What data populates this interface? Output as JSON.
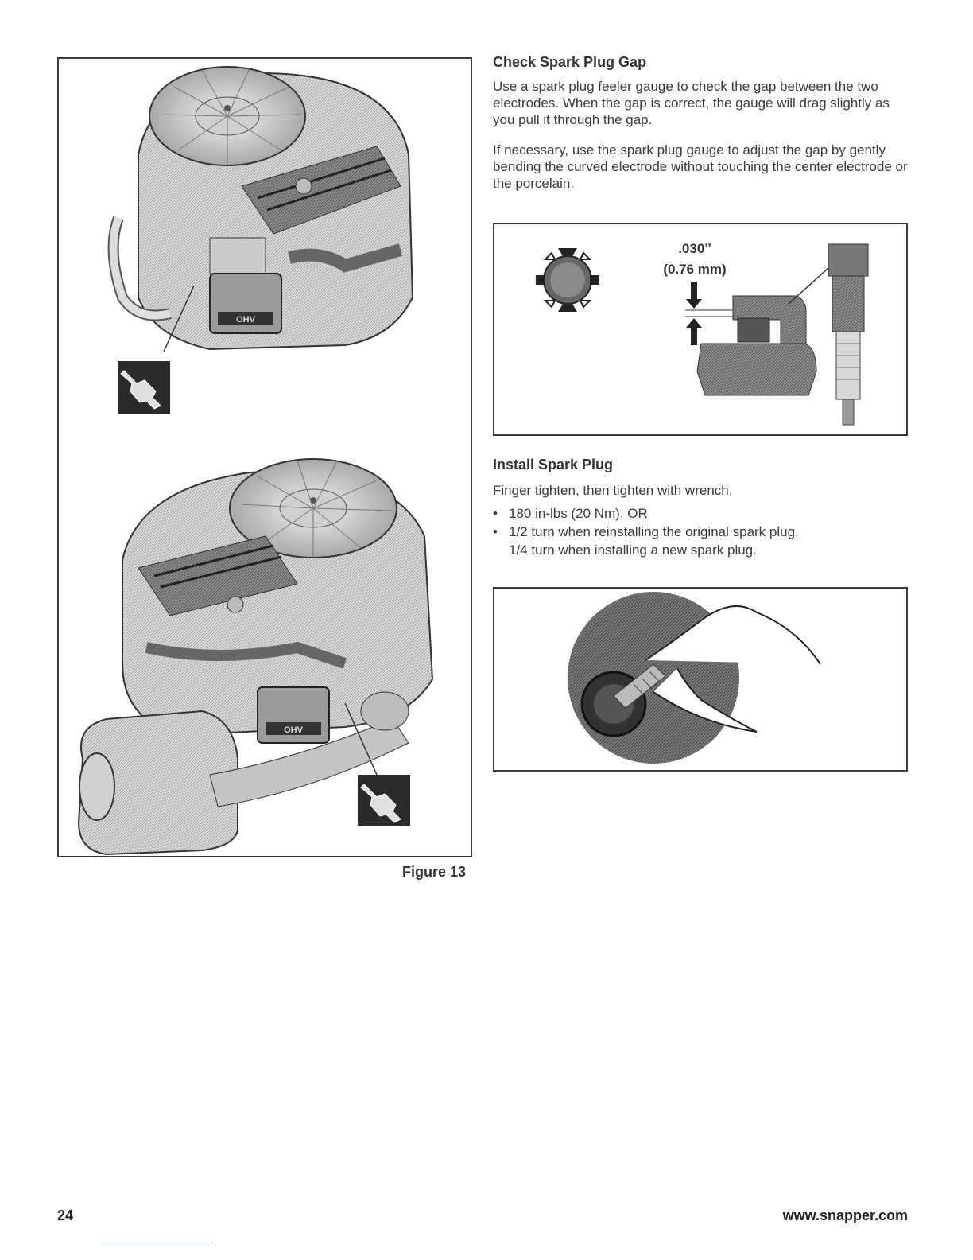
{
  "figure": {
    "caption": "Figure 13",
    "engine_label": "OHV"
  },
  "gap_section": {
    "heading": "Check Spark Plug Gap",
    "para1": "Use a spark plug feeler gauge to check the gap between the two electrodes. When the gap is correct, the gauge will drag slightly as you pull it through the gap.",
    "para2": "If necessary, use the spark plug gauge to adjust the gap by gently bending the curved electrode without touching the center electrode or the porcelain.",
    "gap_inches": ".030ˮ",
    "gap_mm": "(0.76 mm)"
  },
  "install_section": {
    "heading": "Install Spark Plug",
    "intro": "Finger tighten, then tighten with wrench.",
    "bullets": [
      "180 in-lbs (20 Nm), OR",
      "1/2 turn when reinstalling the original spark plug. 1/4 turn when installing a new spark plug."
    ],
    "bullet_2_line1": "1/2 turn when reinstalling the original spark plug.",
    "bullet_2_line2": "1/4 turn when installing a new spark plug."
  },
  "footer": {
    "page_number": "24",
    "website": "www.snapper.com"
  }
}
